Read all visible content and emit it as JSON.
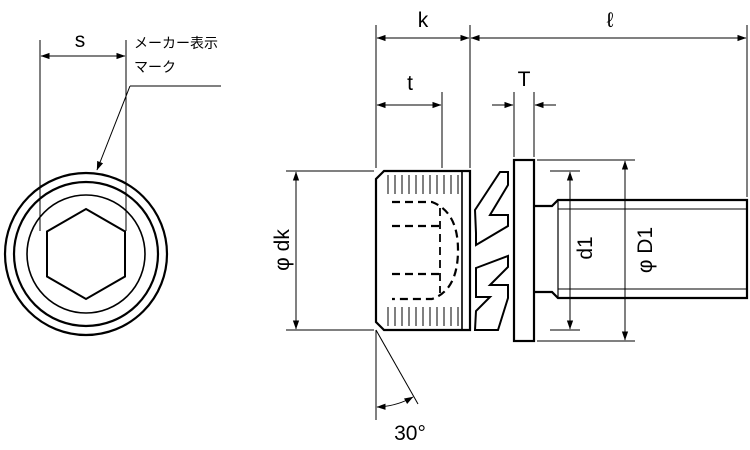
{
  "labels": {
    "s": "s",
    "maker_mark_line1": "メーカー表示",
    "maker_mark_line2": "マーク",
    "k": "k",
    "l": "ℓ",
    "t": "t",
    "T": "T",
    "phi_dk": "φ dk",
    "d1": "d1",
    "phi_D1": "φ D1",
    "angle": "30°"
  }
}
